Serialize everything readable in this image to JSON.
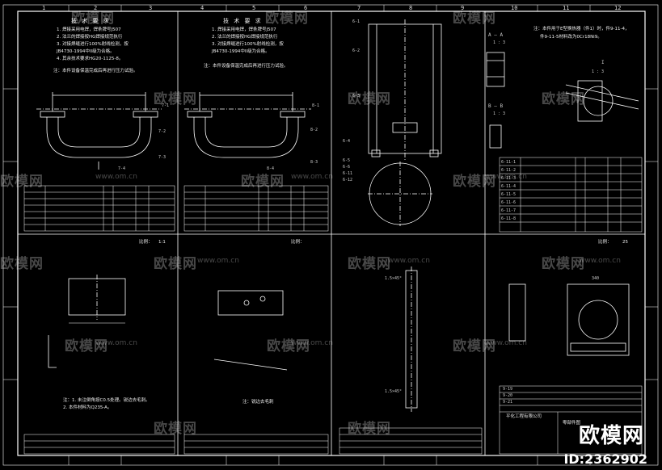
{
  "watermark": {
    "name": "欧模网",
    "url": "www.om.cn"
  },
  "border_numbers": {
    "top": [
      "1",
      "2",
      "3",
      "4",
      "5",
      "6",
      "7",
      "8",
      "9",
      "10",
      "11",
      "12"
    ]
  },
  "panel1": {
    "title": "技 术 要 求",
    "notes": [
      "1.  焊接采用电焊，焊条牌号J507",
      "2.  法兰的焊接按HG焊接规范执行",
      "3.  对接焊缝进行100%射线检测，按",
      "     JB4730-1994中II级为合格。",
      "4.  其余技术要求HG20-1125-8。"
    ],
    "note2": "注：本件设备保温完成后再进行压力试验。",
    "labels": [
      "7-1",
      "7-2",
      "7-3",
      "7-4"
    ]
  },
  "panel2": {
    "title": "技 术 要 求",
    "notes": [
      "1.  焊接采用电焊，焊条牌号J507",
      "2.  法兰的焊接按HG焊接规范执行",
      "3.  对接焊缝进行100%射线检测，按",
      "     JB4730-1994中II级为合格。"
    ],
    "note2": "注：本件设备保温完成后再进行压力试验。",
    "labels": [
      "8-1",
      "8-2",
      "8-3",
      "8-4"
    ]
  },
  "panel3": {
    "labels": [
      "6-1",
      "6-2",
      "6-3",
      "6-4",
      "6-5",
      "6-6",
      "6-11",
      "6-12"
    ]
  },
  "panel4": {
    "note_lines": [
      "注：本件用于E型换热器（件1）时，件9-11-4，",
      "件9-11-5材料改为0Cr18Ni9。"
    ],
    "section_aa": "A — A",
    "scale_aa": "1 : 3",
    "section_bb": "B — B",
    "scale_bb": "1 : 3",
    "section_i": "I",
    "scale_i": "1 : 3",
    "parts": [
      "6-11-1",
      "6-11-2",
      "6-11-3",
      "6-11-4",
      "6-11-5",
      "6-11-6",
      "6-11-7",
      "6-11-8"
    ]
  },
  "lower_left": {
    "scale_label": "比例：",
    "scale_value": "1:1",
    "notes": [
      "注：1. 未注倒角按C0.5处理。锐边去毛刺。",
      "     2. 本件材料为Q235-A。"
    ]
  },
  "lower_mid1": {
    "scale_label": "比例：",
    "note": "注：锐边去毛刺"
  },
  "lower_mid2": {
    "dims": [
      "1.5×45°",
      "1.5×45°"
    ]
  },
  "lower_right": {
    "scale_label": "比例：",
    "scale_value": "25",
    "dim": "340"
  },
  "title_block": {
    "rows": [
      "9-19",
      "9-20",
      "9-21"
    ],
    "company": "平化工程有限公司",
    "drawing": "零部件图"
  },
  "logo": {
    "brand": "欧模网",
    "id": "ID:2362902"
  },
  "colors": {
    "background": "#000000",
    "lines": "#ffffff"
  }
}
